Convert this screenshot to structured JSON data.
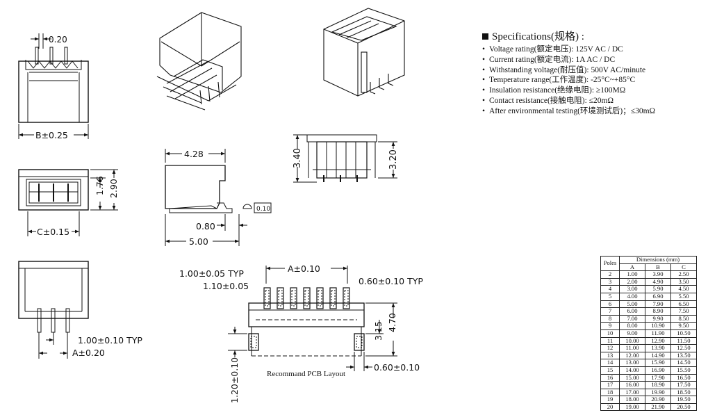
{
  "dims_top": {
    "pitch_pin": "0.20",
    "b_width": "B±0.25"
  },
  "dims_mid_left": {
    "h1": "1.76",
    "h2": "2.90",
    "c_width": "C±0.15"
  },
  "dims_side": {
    "depth": "4.28",
    "foot": "0.80",
    "total": "5.00",
    "flatness": "0.10"
  },
  "dims_front": {
    "h_left": "3.40",
    "h_right": "3.20"
  },
  "dims_bottom_left": {
    "pitch": "1.00±0.10 TYP",
    "a_width": "A±0.20"
  },
  "pcb": {
    "typ_width": "1.00±0.05 TYP",
    "pad_width": "1.10±0.05",
    "a_span": "A±0.10",
    "pad_len": "0.60±0.10 TYP",
    "h_315": "3.15",
    "h_470": "4.70",
    "mount_w": "0.60±0.10",
    "mount_h": "1.20±0.10",
    "caption": "Recommand PCB Layout"
  },
  "specs": {
    "heading": "Specifications(规格) :",
    "items": [
      "Voltage rating(额定电压): 125V AC / DC",
      "Current rating(额定电流): 1A AC / DC",
      "Withstanding voltage(耐压值): 500V AC/minute",
      "Temperature range(工作温度): -25°C~+85°C",
      "Insulation resistance(绝缘电阻): ≥100MΩ",
      "Contact resistance(接触电阻): ≤20mΩ",
      "After environmental testing(环境测试后)；≤30mΩ"
    ]
  },
  "table": {
    "title": "Dimensions (mm)",
    "pole_header": "Poles",
    "cols": [
      "A",
      "B",
      "C"
    ],
    "rows": [
      [
        "2",
        "1.00",
        "3.90",
        "2.50"
      ],
      [
        "3",
        "2.00",
        "4.90",
        "3.50"
      ],
      [
        "4",
        "3.00",
        "5.90",
        "4.50"
      ],
      [
        "5",
        "4.00",
        "6.90",
        "5.50"
      ],
      [
        "6",
        "5.00",
        "7.90",
        "6.50"
      ],
      [
        "7",
        "6.00",
        "8.90",
        "7.50"
      ],
      [
        "8",
        "7.00",
        "9.90",
        "8.50"
      ],
      [
        "9",
        "8.00",
        "10.90",
        "9.50"
      ],
      [
        "10",
        "9.00",
        "11.90",
        "10.50"
      ],
      [
        "11",
        "10.00",
        "12.90",
        "11.50"
      ],
      [
        "12",
        "11.00",
        "13.90",
        "12.50"
      ],
      [
        "13",
        "12.00",
        "14.90",
        "13.50"
      ],
      [
        "14",
        "13.00",
        "15.90",
        "14.50"
      ],
      [
        "15",
        "14.00",
        "16.90",
        "15.50"
      ],
      [
        "16",
        "15.00",
        "17.90",
        "16.50"
      ],
      [
        "17",
        "16.00",
        "18.90",
        "17.50"
      ],
      [
        "18",
        "17.00",
        "19.90",
        "18.50"
      ],
      [
        "19",
        "18.00",
        "20.90",
        "19.50"
      ],
      [
        "20",
        "19.00",
        "21.90",
        "20.50"
      ]
    ]
  }
}
